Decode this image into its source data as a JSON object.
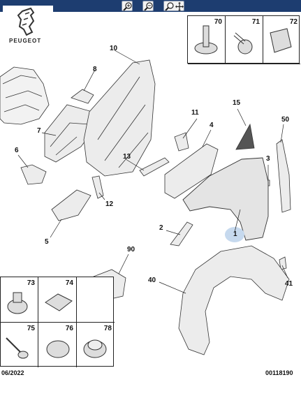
{
  "toolbar": {
    "zoom_in_icon": "zoom-in-icon",
    "zoom_out_icon": "zoom-out-icon",
    "pan_icon": "pan-icon"
  },
  "brand": {
    "logo_text": "PEUGEOT"
  },
  "callouts": {
    "c1": "1",
    "c2": "2",
    "c3": "3",
    "c4": "4",
    "c5": "5",
    "c6": "6",
    "c7": "7",
    "c8": "8",
    "c10": "10",
    "c11": "11",
    "c12": "12",
    "c13": "13",
    "c15": "15",
    "c40": "40",
    "c41": "41",
    "c50": "50",
    "c90": "90"
  },
  "fasteners_top": {
    "f70": "70",
    "f71": "71",
    "f72": "72"
  },
  "fasteners_bottom": {
    "f73": "73",
    "f74": "74",
    "f75": "75",
    "f76": "76",
    "f78": "78"
  },
  "footer": {
    "date": "06/2022",
    "ref": "00118190"
  },
  "colors": {
    "topbar": "#1d3d70",
    "highlight": "#c6d9ee",
    "part": "#e8e8e8",
    "outline": "#333333"
  }
}
